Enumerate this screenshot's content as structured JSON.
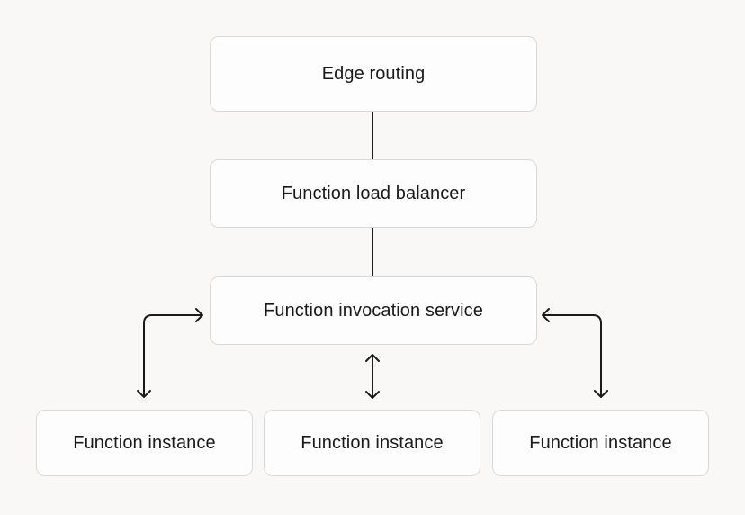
{
  "diagram": {
    "type": "flowchart",
    "nodes": {
      "edge_routing": {
        "label": "Edge routing"
      },
      "load_balancer": {
        "label": "Function load balancer"
      },
      "invocation_service": {
        "label": "Function invocation service"
      },
      "instance_left": {
        "label": "Function instance"
      },
      "instance_middle": {
        "label": "Function instance"
      },
      "instance_right": {
        "label": "Function instance"
      }
    },
    "edges": [
      {
        "from": "edge_routing",
        "to": "load_balancer",
        "style": "plain-line"
      },
      {
        "from": "load_balancer",
        "to": "invocation_service",
        "style": "plain-line"
      },
      {
        "from": "invocation_service",
        "to": "instance_left",
        "style": "elbow-bidirectional-arrow"
      },
      {
        "from": "invocation_service",
        "to": "instance_middle",
        "style": "straight-bidirectional-arrow"
      },
      {
        "from": "invocation_service",
        "to": "instance_right",
        "style": "elbow-bidirectional-arrow"
      }
    ],
    "colors": {
      "background": "#f9f8f7",
      "node_fill": "#fdfdfd",
      "node_border": "#d9d9d9",
      "connector": "#1a1a1a",
      "text": "#1a1a1a"
    }
  }
}
